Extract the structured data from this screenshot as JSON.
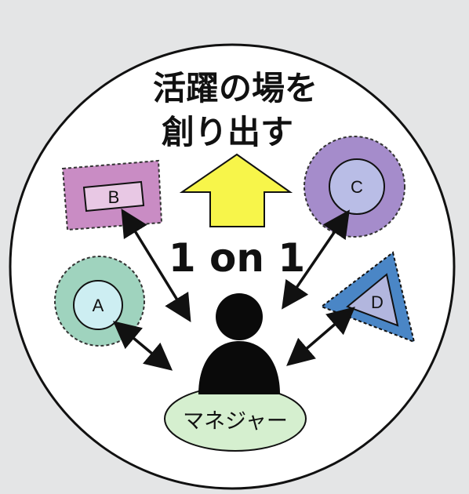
{
  "title": {
    "line1": "活躍の場を",
    "line2": "創り出す"
  },
  "center_label": "1 on 1",
  "manager_label": "マネジャー",
  "members": [
    {
      "id": "A",
      "label": "A",
      "shape": "circle",
      "fill": "#9fd3be",
      "inner_fill": "#cdeef2"
    },
    {
      "id": "B",
      "label": "B",
      "shape": "rectangle",
      "fill": "#c98cc4",
      "inner_fill": "#e8c8e4"
    },
    {
      "id": "C",
      "label": "C",
      "shape": "circle",
      "fill": "#a58ccb",
      "inner_fill": "#b9bde6"
    },
    {
      "id": "D",
      "label": "D",
      "shape": "triangle",
      "fill": "#4a86c6",
      "inner_fill": "#b2b6de"
    }
  ],
  "colors": {
    "background": "#e4e5e6",
    "circle": "#ffffff",
    "arrow_up": "#f7f54a",
    "manager_ellipse": "#d5efcf",
    "person": "#0a0a0a"
  },
  "icons": {
    "up_arrow": "up-arrow-icon",
    "person": "person-icon",
    "double_arrow": "double-arrow-icon"
  }
}
